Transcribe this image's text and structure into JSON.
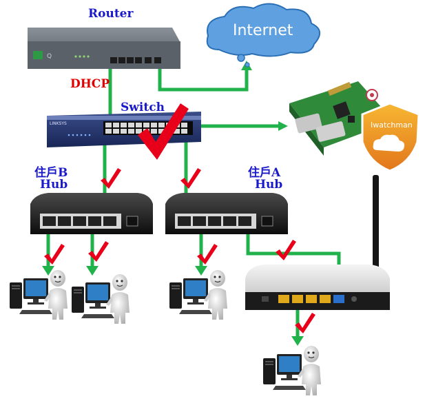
{
  "labels": {
    "router": "Router",
    "dhcp": "DHCP",
    "switch": "Switch",
    "internet": "Internet",
    "resident_b": "住戶B",
    "resident_a": "住戶A",
    "hub": "Hub",
    "iwatchman": "Iwatchman"
  },
  "colors": {
    "link": "#21b24b",
    "check": "#e8001a",
    "cloud": "#5ea0e0",
    "label_blue": "#1a1ac8",
    "label_red": "#e00000"
  },
  "icons": [
    "router-device",
    "cloud-icon",
    "switch-device",
    "raspberry-pi-board",
    "iwatchman-badge",
    "hub-device",
    "wireless-router-device",
    "computer-user-icon",
    "check-mark-icon"
  ]
}
